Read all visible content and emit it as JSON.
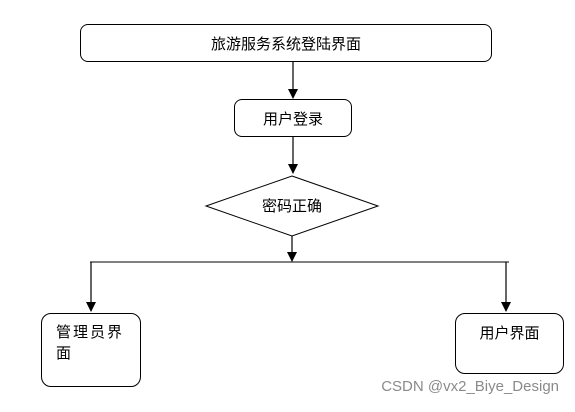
{
  "nodes": {
    "title": "旅游服务系统登陆界面",
    "user_login": "用户登录",
    "decision": "密码正确",
    "admin": "管理员界面",
    "user_ui": "用户界面"
  },
  "colors": {
    "line": "#000000",
    "background": "#ffffff",
    "watermark": "#8a8a8a"
  },
  "watermark": "CSDN @vx2_Biye_Design"
}
